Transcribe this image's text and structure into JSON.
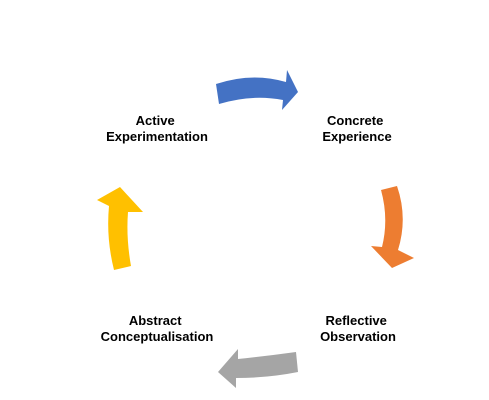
{
  "diagram": {
    "type": "cycle",
    "stages": [
      {
        "line1": "Concrete",
        "line2": "Experience"
      },
      {
        "line1": "Reflective",
        "line2": "Observation"
      },
      {
        "line1": "Abstract",
        "line2": "Conceptualisation"
      },
      {
        "line1": "Active",
        "line2": "Experimentation"
      }
    ],
    "arrows": [
      {
        "name": "arrow-active-to-concrete",
        "color": "#4472C4"
      },
      {
        "name": "arrow-concrete-to-reflective",
        "color": "#ED7D31"
      },
      {
        "name": "arrow-reflective-to-abstract",
        "color": "#A5A5A5"
      },
      {
        "name": "arrow-abstract-to-active",
        "color": "#FFC000"
      }
    ]
  }
}
